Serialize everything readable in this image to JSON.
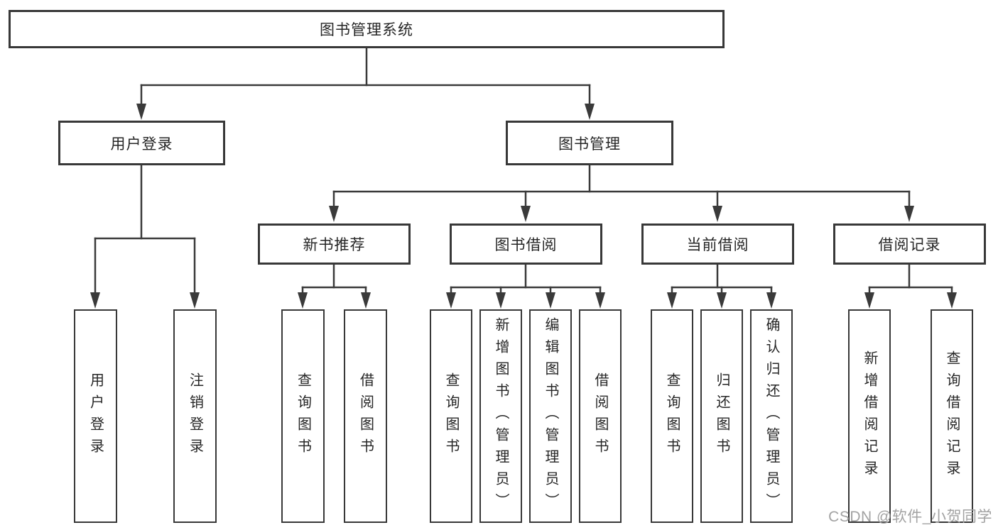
{
  "diagram": {
    "title": "图书管理系统",
    "level2": [
      "用户登录",
      "图书管理"
    ],
    "level3": [
      "新书推荐",
      "图书借阅",
      "当前借阅",
      "借阅记录"
    ],
    "leaves": {
      "user_login": [
        "用户登录",
        "注销登录"
      ],
      "new_book_recommendation": [
        "查询图书",
        "借阅图书"
      ],
      "book_borrowing": [
        "查询图书",
        "新增图书（管理员）",
        "编辑图书（管理员）",
        "借阅图书"
      ],
      "current_borrowing": [
        "查询图书",
        "归还图书",
        "确认归还（管理员）"
      ],
      "borrowing_records": [
        "新增借阅记录",
        "查询借阅记录"
      ]
    }
  },
  "watermark": {
    "text": "CSDN @软件_小贺同学"
  },
  "colors": {
    "line": "#3a3a3a",
    "box_border": "#383838",
    "text": "#262626",
    "watermark": "#a2a2a2",
    "background": "#ffffff"
  }
}
